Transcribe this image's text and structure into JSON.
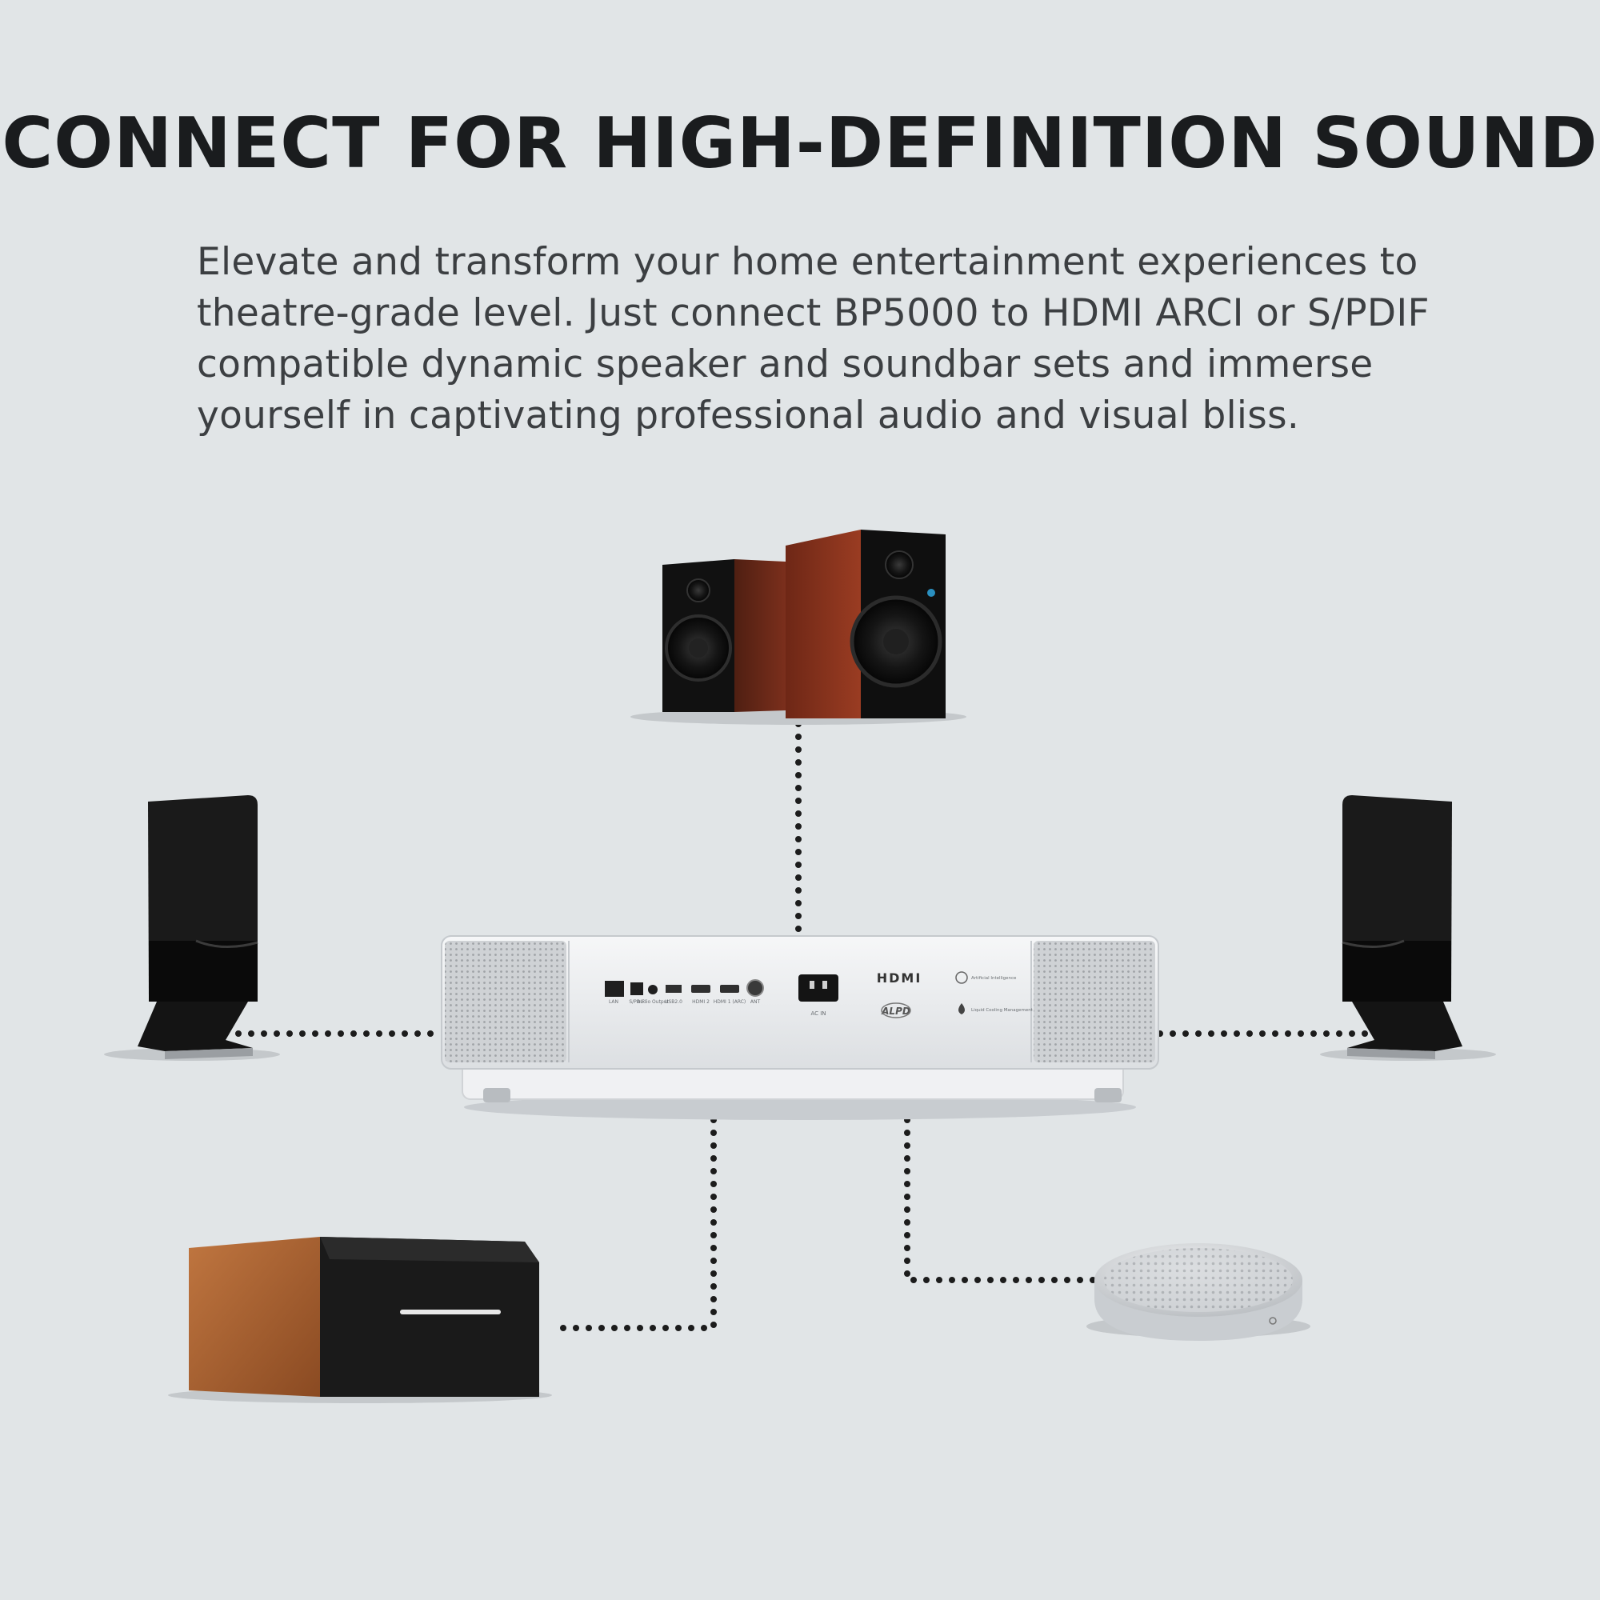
{
  "headline": "CONNECT FOR HIGH-DEFINITION SOUND",
  "intro": "Elevate and transform your home entertainment experiences to theatre-grade level. Just connect BP5000 to HDMI ARCI or S/PDIF compatible dynamic speaker and soundbar sets and immerse yourself in captivating professional audio and visual bliss.",
  "projector": {
    "ports": [
      "LAN",
      "S/PDIF",
      "Audio Output",
      "USB2.0",
      "HDMI 2",
      "HDMI 1 (ARC)",
      "ANT"
    ],
    "power_label": "AC IN",
    "hdmi_logo": "HDMI",
    "alpd_logo": "ALPD",
    "features": [
      "Artificial Intelligence",
      "Liquid Cooling Management"
    ]
  },
  "colors": {
    "background": "#e1e5e7",
    "headline": "#1a1c1e",
    "body_text": "#3c3f42",
    "dots": "#1c1c1c"
  },
  "icons": [
    "bookshelf-speakers-icon",
    "desktop-speaker-left-icon",
    "desktop-speaker-right-icon",
    "wood-soundbar-icon",
    "round-speaker-icon",
    "projector-icon"
  ]
}
